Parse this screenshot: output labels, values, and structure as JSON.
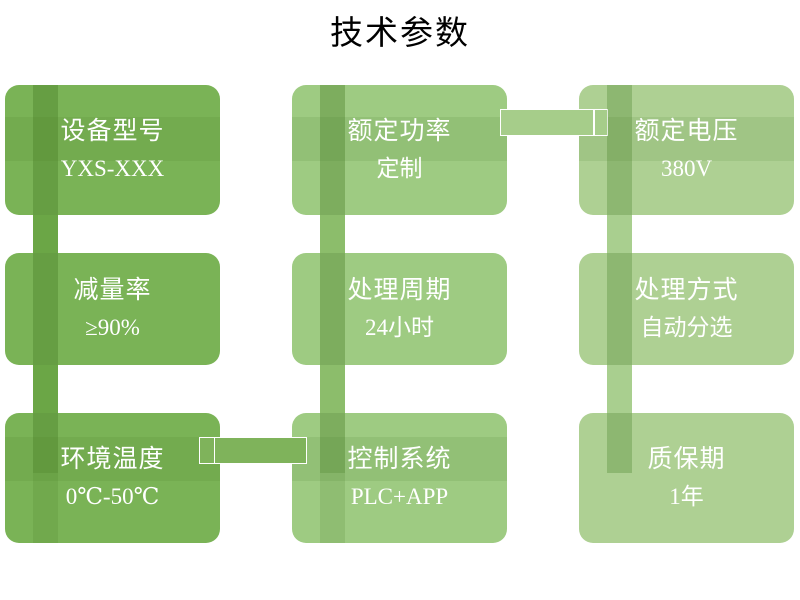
{
  "page": {
    "title": "技术参数",
    "background": "#ffffff"
  },
  "palette": {
    "tone_dark": "#7ab356",
    "tone_mid": "#9ecb82",
    "tone_light": "#aed093",
    "connector_dark": "#6ba646",
    "connector_mid": "#8cbd6b",
    "connector_light": "#a9cf8f",
    "text": "#ffffff",
    "title_text": "#000000"
  },
  "cards": [
    {
      "id": "device-model",
      "label": "设备型号",
      "value": "YXS-XXX",
      "tone": "dark",
      "row": 1,
      "col": 1
    },
    {
      "id": "rated-power",
      "label": "额定功率",
      "value": "定制",
      "tone": "mid",
      "row": 1,
      "col": 2
    },
    {
      "id": "rated-voltage",
      "label": "额定电压",
      "value": "380V",
      "tone": "light",
      "row": 1,
      "col": 3
    },
    {
      "id": "reduction-rate",
      "label": "减量率",
      "value": "≥90%",
      "tone": "dark",
      "row": 2,
      "col": 1
    },
    {
      "id": "processing-cycle",
      "label": "处理周期",
      "value": "24小时",
      "tone": "mid",
      "row": 2,
      "col": 2
    },
    {
      "id": "processing-method",
      "label": "处理方式",
      "value": "自动分选",
      "tone": "light",
      "row": 2,
      "col": 3
    },
    {
      "id": "ambient-temperature",
      "label": "环境温度",
      "value": "0℃-50℃",
      "tone": "dark",
      "row": 3,
      "col": 1
    },
    {
      "id": "control-system",
      "label": "控制系统",
      "value": "PLC+APP",
      "tone": "mid",
      "row": 3,
      "col": 2
    },
    {
      "id": "warranty-period",
      "label": "质保期",
      "value": "1年",
      "tone": "light",
      "row": 3,
      "col": 3
    }
  ]
}
